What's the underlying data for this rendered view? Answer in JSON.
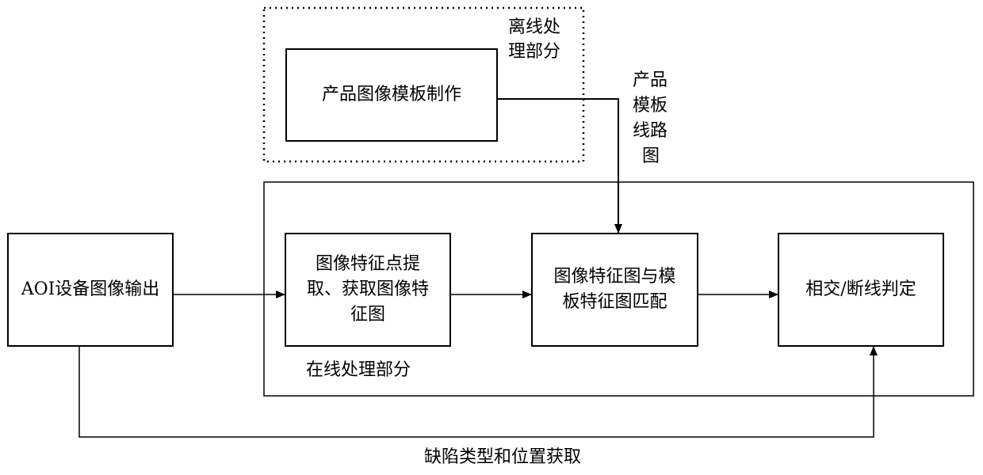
{
  "offline_region": {
    "label_line1": "离线处",
    "label_line2": "理部分"
  },
  "online_region": {
    "label": "在线处理部分"
  },
  "nodes": {
    "template_making": "产品图像模板制作",
    "aoi_output": "AOI设备图像输出",
    "feature_extract_line1": "图像特征点提",
    "feature_extract_line2": "取、获取图像特",
    "feature_extract_line3": "征图",
    "feature_match_line1": "图像特征图与模",
    "feature_match_line2": "板特征图匹配",
    "judge": "相交/断线判定"
  },
  "edge_labels": {
    "template_line1": "产品",
    "template_line2": "模板",
    "template_line3": "线路",
    "template_line4": "图",
    "defect_acquire": "缺陷类型和位置获取"
  }
}
